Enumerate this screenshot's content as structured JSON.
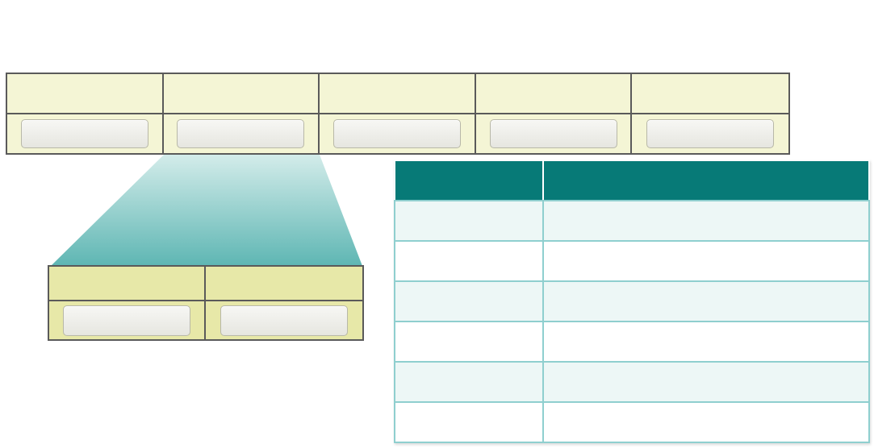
{
  "colors": {
    "header_fill": "#f4f5d5",
    "detail_fill": "#e7e8a8",
    "outline": "#5a5a5a",
    "table_header": "#077a77",
    "table_border": "#8fcfcf",
    "table_row_shaded": "#edf7f6",
    "wedge_top": "#cfe9e8",
    "wedge_bottom": "#5fb7b4"
  },
  "top_bar": {
    "columns": 5,
    "cells": [
      {
        "label": "",
        "field": ""
      },
      {
        "label": "",
        "field": ""
      },
      {
        "label": "",
        "field": ""
      },
      {
        "label": "",
        "field": ""
      },
      {
        "label": "",
        "field": ""
      }
    ],
    "zoomed_column": 2
  },
  "detail_bar": {
    "columns": 2,
    "cells": [
      {
        "label": "",
        "field": ""
      },
      {
        "label": "",
        "field": ""
      }
    ]
  },
  "table": {
    "headers": [
      "",
      ""
    ],
    "rows": [
      [
        "",
        ""
      ],
      [
        "",
        ""
      ],
      [
        "",
        ""
      ],
      [
        "",
        ""
      ],
      [
        "",
        ""
      ],
      [
        "",
        ""
      ]
    ]
  }
}
